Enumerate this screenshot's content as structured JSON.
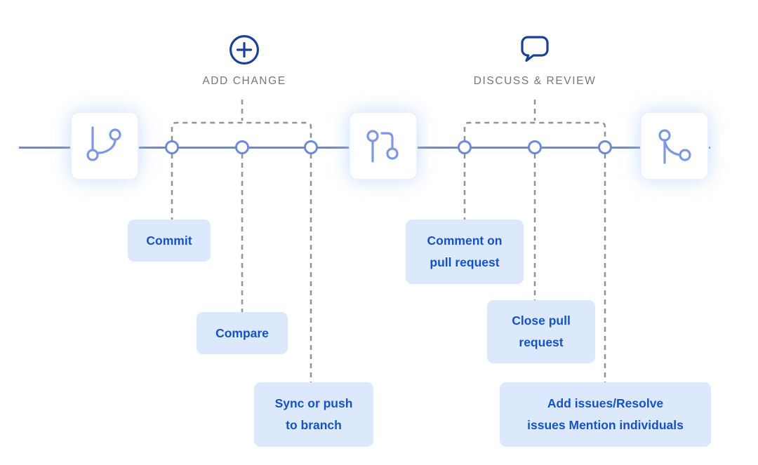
{
  "sections": [
    {
      "title": "ADD CHANGE",
      "icon": "plus-circle-icon",
      "steps": [
        {
          "label": "Commit",
          "lines": [
            "Commit"
          ]
        },
        {
          "label": "Compare",
          "lines": [
            "Compare"
          ]
        },
        {
          "label": "Sync or push to branch",
          "lines": [
            "Sync or push",
            "to branch"
          ]
        }
      ]
    },
    {
      "title": "DISCUSS & REVIEW",
      "icon": "comment-bubble-icon",
      "steps": [
        {
          "label": "Comment on pull request",
          "lines": [
            "Comment on",
            "pull request"
          ]
        },
        {
          "label": "Close pull request",
          "lines": [
            "Close pull",
            "request"
          ]
        },
        {
          "label": "Add issues/Resolve issues Mention individuals",
          "lines": [
            "Add issues/Resolve",
            "issues Mention individuals"
          ]
        }
      ]
    }
  ],
  "milestones": [
    {
      "icon": "git-branch-icon"
    },
    {
      "icon": "git-pull-request-icon"
    },
    {
      "icon": "git-merge-icon"
    }
  ],
  "colors": {
    "timeline_blue": "#6b8bd6",
    "milestone_icon_blue": "#7d98e0",
    "accent_navy": "#1a4098",
    "label_bg": "#dce8fb",
    "label_text": "#1453c4",
    "dash_gray": "#8f9398",
    "section_title_gray": "#72777d"
  }
}
